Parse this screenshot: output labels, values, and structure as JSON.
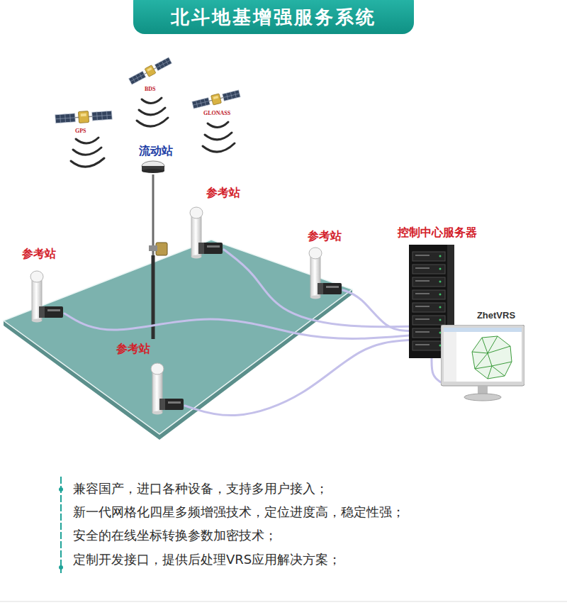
{
  "diagram": {
    "title": "北斗地基增强服务系统",
    "nodes": [
      {
        "text": [
          "流动站"
        ]
      },
      {
        "text": [
          "参考站"
        ]
      },
      {
        "text": [
          "控制中心服务器"
        ]
      },
      {
        "text": [
          "参考站"
        ]
      },
      {
        "text": [
          "参考站"
        ]
      },
      {
        "text": [
          "ZhetVRS"
        ]
      },
      {
        "text": [
          "参考站"
        ]
      }
    ],
    "edges": [
      {
        "from": 1,
        "to": 2,
        "arrow": "none"
      },
      {
        "from": 3,
        "to": 2,
        "arrow": "none"
      },
      {
        "from": 4,
        "to": 2,
        "arrow": "none"
      },
      {
        "from": 6,
        "to": 2,
        "arrow": "none"
      },
      {
        "from": 2,
        "to": 5,
        "arrow": "none"
      }
    ],
    "labels": [
      "GPS",
      "BDS",
      "GLONASS",
      "兼容国产，进口各种设备，支持多用户接入；",
      "新一代网格化四星多频增强技术，定位进度高，稳定性强；",
      "安全的在线坐标转换参数加密技术；",
      "定制开发接口，提供后处理VRS应用解决方案；"
    ]
  }
}
